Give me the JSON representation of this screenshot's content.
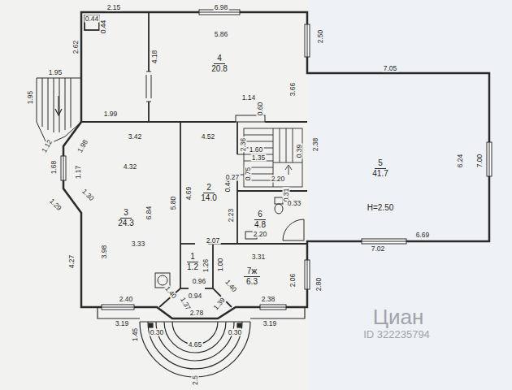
{
  "diagram": {
    "nodes": [
      {
        "text": [
          "4",
          "20.8"
        ]
      },
      {
        "text": [
          "5",
          "41.7",
          "H=2.50"
        ]
      },
      {
        "text": [
          "3",
          "24.3"
        ]
      },
      {
        "text": [
          "2",
          "14.0"
        ]
      },
      {
        "text": [
          "6",
          "4.8"
        ]
      },
      {
        "text": [
          "1",
          "1.2"
        ]
      },
      {
        "text": [
          "7ж",
          "6.3"
        ]
      }
    ],
    "labels": [
      "0.44",
      "0.44",
      "2.15",
      "6.98",
      "2.62",
      "5.86",
      "4.18",
      "3.66",
      "2.50",
      "7.05",
      "1.95",
      "1.95",
      "1.99",
      "1.14",
      "0.60",
      "3.42",
      "4.52",
      "4.32",
      "1.12",
      "1.98",
      "1.68",
      "1.17",
      "1.30",
      "1.29",
      "5.80",
      "4.69",
      "6.84",
      "2.36",
      "1.60",
      "2.38",
      "0.39",
      "1.35",
      "0.44",
      "0.27",
      "0.75",
      "2.20",
      "0.31",
      "0.33",
      "2.23",
      "6.24",
      "7.00",
      "6.69",
      "7.02",
      "4.27",
      "3.98",
      "3.33",
      "2.07",
      "2.20",
      "1.26",
      "1.00",
      "3.31",
      "2.06",
      "2.80",
      "0.96",
      "0.94",
      "1.40",
      "1.37",
      "1.39",
      "1.40",
      "2.40",
      "2.78",
      "2.38",
      "3.19",
      "3.19",
      "1.45",
      "0.30",
      "0.30",
      "4.65",
      "2.5",
      "Циан",
      "ID 322235794"
    ]
  }
}
